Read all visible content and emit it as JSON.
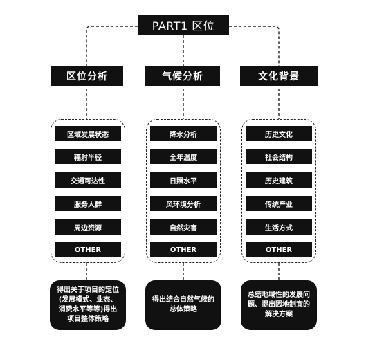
{
  "title": "PART1 区位",
  "columns": [
    {
      "header": "区位分析",
      "items": [
        "区域发展状态",
        "辐射半径",
        "交通可达性",
        "服务人群",
        "周边资源",
        "OTHER"
      ],
      "result": "得出关于项目的定位(发展模式、业态、消费水平等等)得出项目整体策略"
    },
    {
      "header": "气候分析",
      "items": [
        "降水分析",
        "全年温度",
        "日照水平",
        "风环境分析",
        "自然灾害",
        "OTHER"
      ],
      "result": "得出结合自然气候的总体策略"
    },
    {
      "header": "文化背景",
      "items": [
        "历史文化",
        "社会结构",
        "历史建筑",
        "传统产业",
        "生活方式",
        "OTHER"
      ],
      "result": "总结地域性的发展问题、提出因地制宜的解决方案"
    }
  ]
}
